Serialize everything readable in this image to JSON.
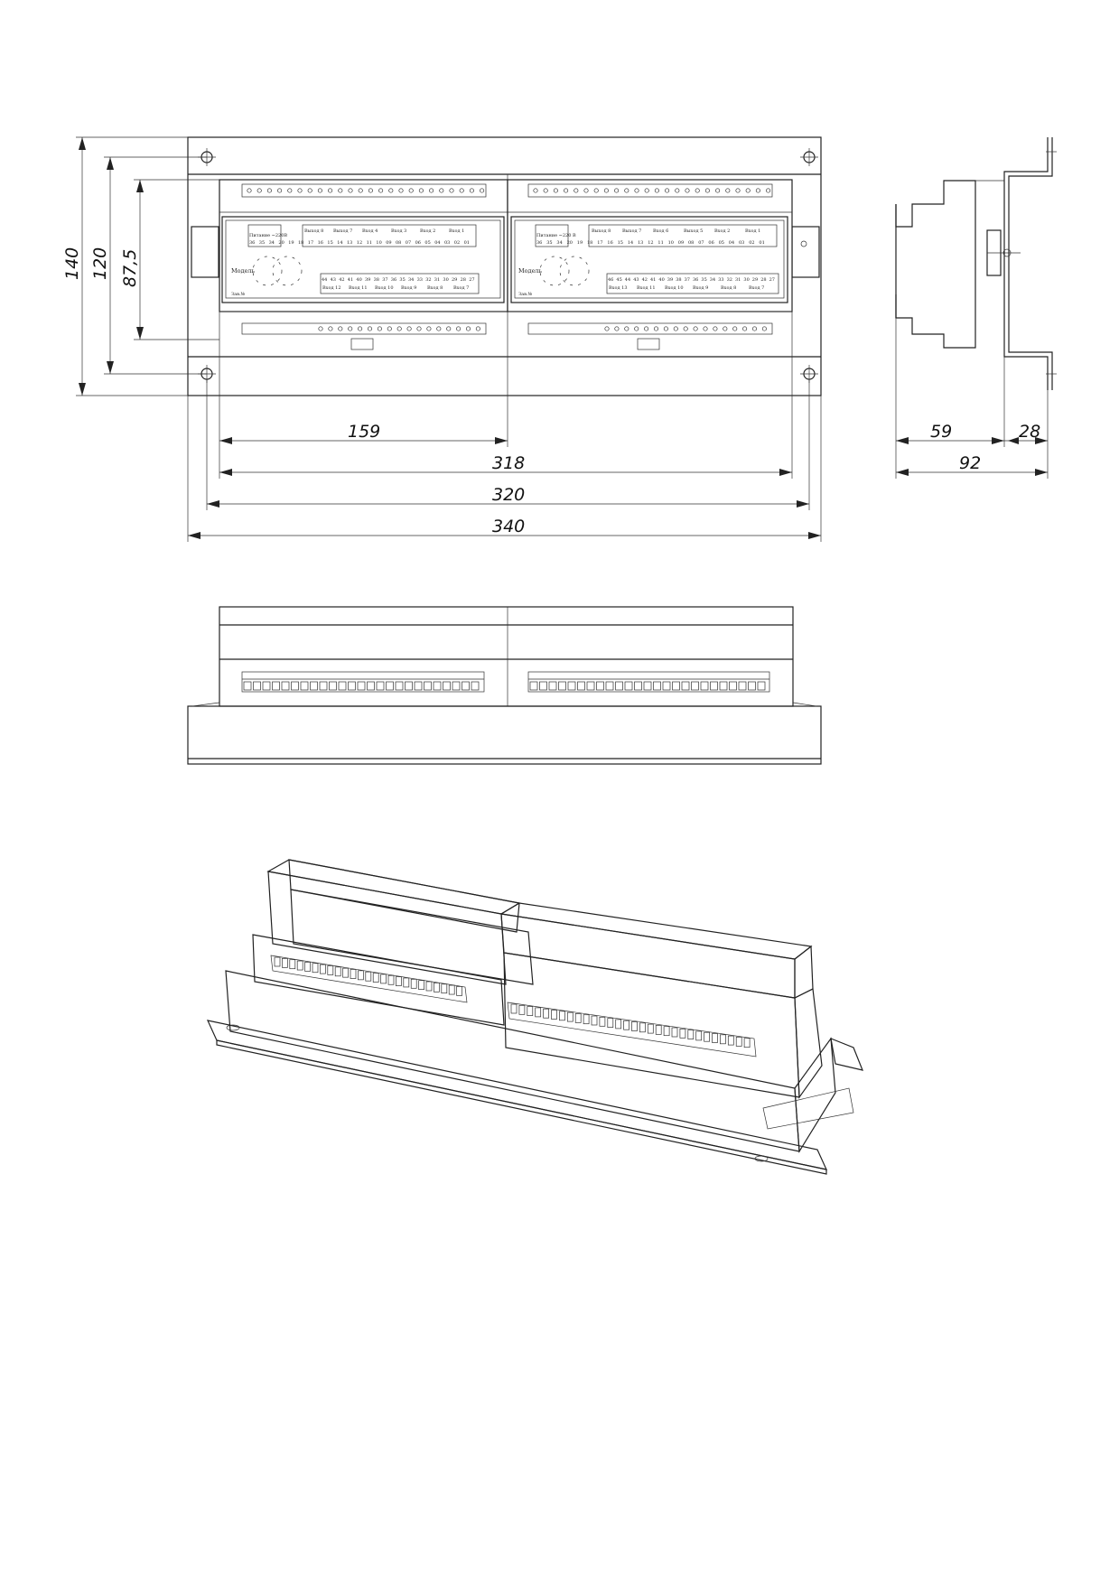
{
  "drawing": {
    "dimensions": {
      "overall_width": "340",
      "hole_spacing": "320",
      "rail_width": "318",
      "module_width": "159",
      "overall_height": "140",
      "hole_height": "120",
      "module_height": "87,5",
      "side_depth_module": "59",
      "side_depth_bracket": "28",
      "side_depth_total": "92"
    },
    "module_labels": {
      "model": "Модель",
      "serial": "Зав.№",
      "power_left": "Питание ~220В",
      "power_right": "Питание ~220 В"
    },
    "terminal_groups_top_left": [
      "Выход 8",
      "Выход 7",
      "Вход 4",
      "Вход 3",
      "Вход 2",
      "Вход 1"
    ],
    "terminal_groups_top_right": [
      "Выход 8",
      "Выход 7",
      "Вход 6",
      "Выход 5",
      "Вход 2",
      "Вход 1"
    ],
    "terminal_groups_bottom_left": [
      "Вход 12",
      "Вход 11",
      "Вход 10",
      "Вход 9",
      "Вход 8",
      "Вход 7"
    ],
    "terminal_groups_bottom_right": [
      "Вход 13",
      "Вход 11",
      "Вход 10",
      "Вход 9",
      "Вход 8",
      "Вход 7"
    ],
    "numbers_top_left": [
      "36",
      "35",
      "34",
      "20",
      "19",
      "18",
      "17",
      "16",
      "15",
      "14",
      "13",
      "12",
      "11",
      "10",
      "09",
      "08",
      "07",
      "06",
      "05",
      "04",
      "03",
      "02",
      "01"
    ],
    "numbers_top_right": [
      "36",
      "35",
      "34",
      "20",
      "19",
      "18",
      "17",
      "16",
      "15",
      "14",
      "13",
      "12",
      "11",
      "10",
      "09",
      "08",
      "07",
      "06",
      "05",
      "04",
      "03",
      "02",
      "01"
    ],
    "numbers_bottom_left": [
      "44",
      "43",
      "42",
      "41",
      "40",
      "39",
      "38",
      "37",
      "36",
      "35",
      "34",
      "33",
      "32",
      "31",
      "30",
      "29",
      "28",
      "27"
    ],
    "numbers_bottom_right": [
      "46",
      "45",
      "44",
      "43",
      "42",
      "41",
      "40",
      "39",
      "38",
      "37",
      "36",
      "35",
      "34",
      "33",
      "32",
      "31",
      "30",
      "29",
      "28",
      "27"
    ]
  }
}
